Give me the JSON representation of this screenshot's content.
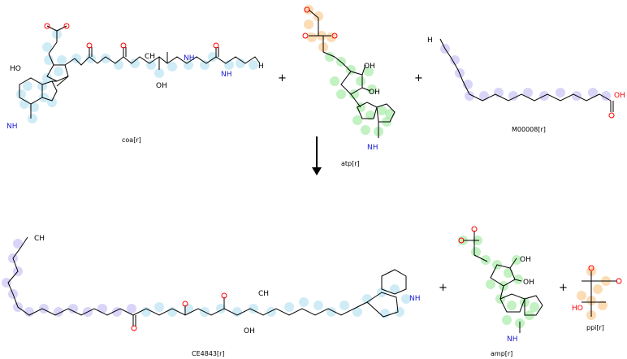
{
  "reaction": {
    "plus": "+",
    "arrow": "arrow-down-icon",
    "colors": {
      "coa": "#a7dcef",
      "atp": "#8fe58f",
      "fatty": "#b9b3f2",
      "phosphate": "#f7bf78",
      "oxygen": "#ff0000",
      "nitrogen": "#1c1cd6",
      "phosphorus": "#f08000"
    }
  },
  "molecules": {
    "coa": {
      "name": "coa[r]"
    },
    "atp": {
      "name": "atp[r]"
    },
    "m00008": {
      "name": "M00008[r]"
    },
    "ce4843": {
      "name": "CE4843[r]"
    },
    "amp": {
      "name": "amp[r]"
    },
    "ppi": {
      "name": "ppi[r]"
    }
  },
  "atoms": {
    "coa_h": "H",
    "coa_nh": "NH",
    "coa_nh2": "NH",
    "coa_ch3": "CH",
    "coa_oh": "OH",
    "coa_ho": "HO",
    "atp_nh2": "NH",
    "atp_oh1": "OH",
    "atp_oh2": "OH",
    "m_h3c": "H",
    "m_oh": "OH",
    "ce_ch3": "CH",
    "ce_ch3b": "CH",
    "ce_oh": "OH",
    "ce_nh2": "NH",
    "amp_oh1": "OH",
    "amp_oh2": "OH",
    "amp_nh2": "NH",
    "ppi_ho": "HO"
  }
}
